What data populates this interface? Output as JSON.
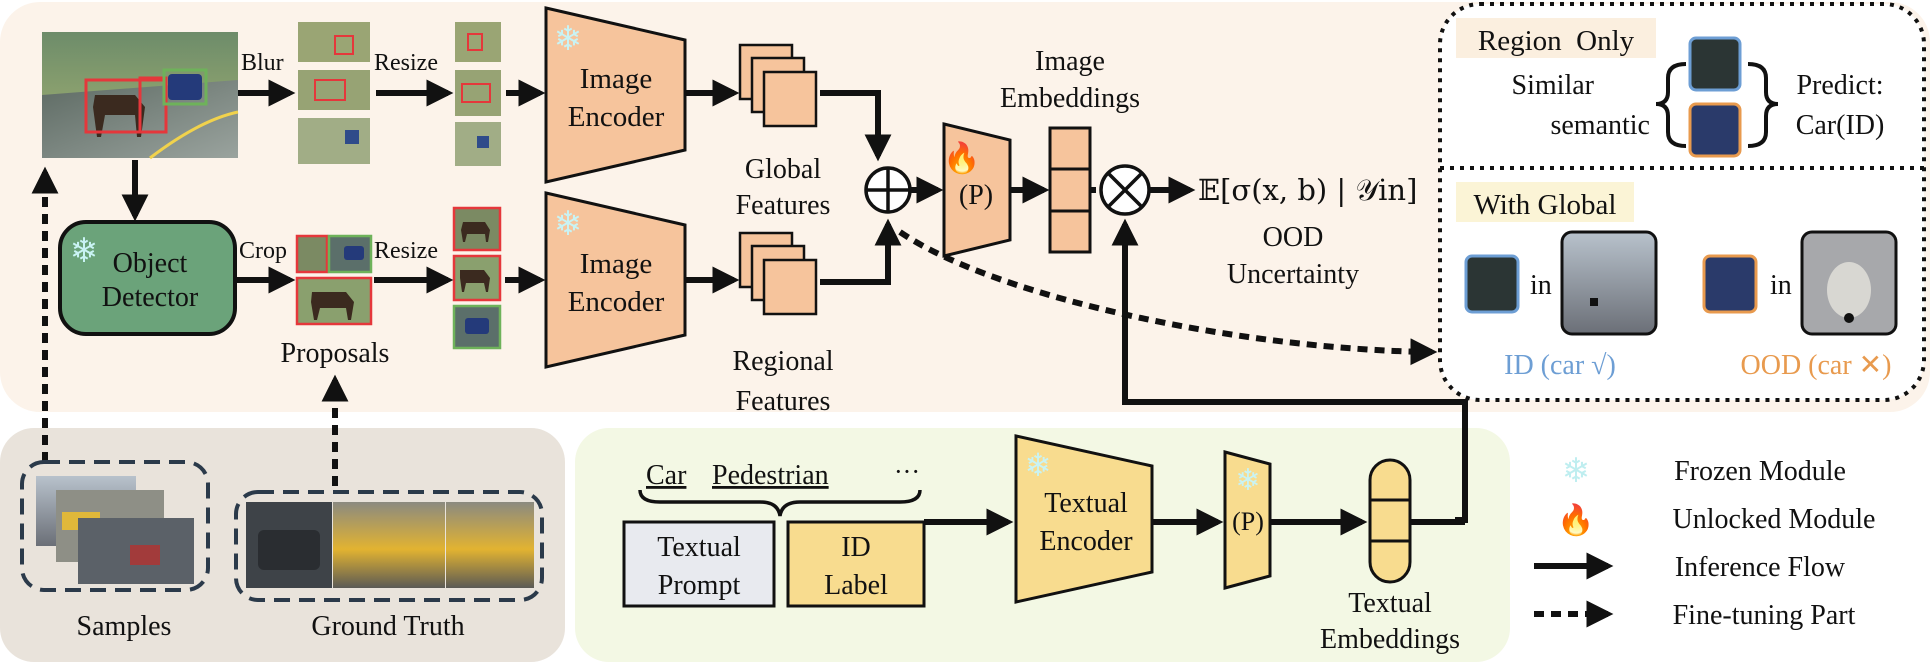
{
  "diagram": {
    "top": {
      "blur_label": "Blur",
      "resize_label_1": "Resize",
      "resize_label_2": "Resize",
      "crop_label": "Crop",
      "image_encoder_1": [
        "Image",
        "Encoder"
      ],
      "image_encoder_2": [
        "Image",
        "Encoder"
      ],
      "object_detector": [
        "Object",
        "Detector"
      ],
      "proposals_label": "Proposals",
      "global_features": [
        "Global",
        "Features"
      ],
      "regional_features": [
        "Regional",
        "Features"
      ],
      "projector_label": "(P)",
      "image_embeddings": [
        "Image",
        "Embeddings"
      ],
      "formula": "𝔼[σ(x, b) | 𝒴in]",
      "ood_uncertainty": [
        "OOD",
        "Uncertainty"
      ]
    },
    "right_panel": {
      "region_only": "Region  Only",
      "similar_semantic": [
        "Similar",
        "semantic"
      ],
      "predict": [
        "Predict:",
        "Car(ID)"
      ],
      "with_global": "With Global",
      "in_1": "in",
      "in_2": "in",
      "id_caption": "ID (car √)",
      "ood_caption": "OOD (car ✕)"
    },
    "bottom_left": {
      "samples_label": "Samples",
      "ground_truth_label": "Ground Truth"
    },
    "bottom_mid": {
      "class_car": "Car",
      "class_pedestrian": "Pedestrian",
      "class_more": "···",
      "textual_prompt": [
        "Textual",
        "Prompt"
      ],
      "id_label": [
        "ID",
        "Label"
      ],
      "textual_encoder": [
        "Textual",
        "Encoder"
      ],
      "projector_label": "(P)",
      "textual_embeddings": [
        "Textual",
        "Embeddings"
      ]
    },
    "legend": {
      "frozen": "Frozen Module",
      "unlocked": "Unlocked Module",
      "inference": "Inference Flow",
      "finetune": "Fine-tuning Part"
    },
    "colors": {
      "top_bg": "#fcf3ea",
      "bottom_left_bg": "#e9e3db",
      "bottom_mid_bg": "#f3f8e4",
      "encoder_orange": "#f6c49c",
      "encoder_yellow": "#f8dc8f",
      "detector_green": "#6ba37a",
      "id_blue": "#6d9ed4",
      "ood_orange": "#e89a4e"
    }
  }
}
